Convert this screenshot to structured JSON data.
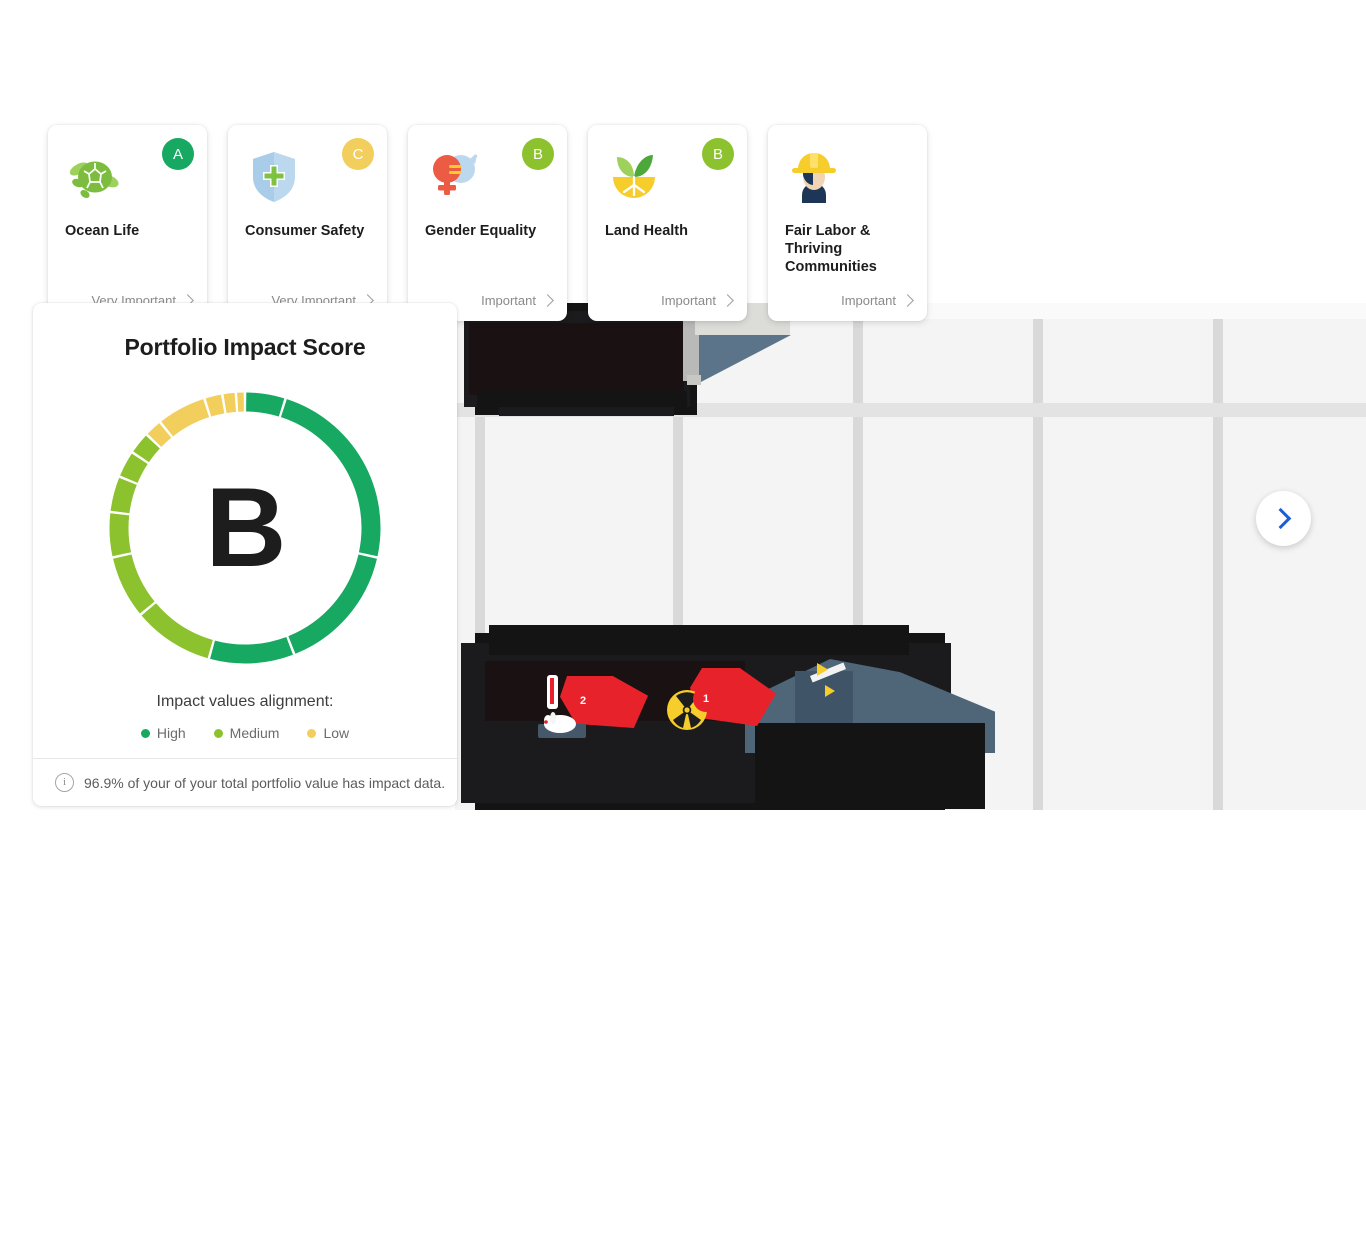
{
  "panel": {
    "title": "Portfolio Impact Score",
    "grade": "B",
    "legend_title": "Impact values alignment:",
    "legend": [
      {
        "label": "High",
        "color": "#17a862"
      },
      {
        "label": "Medium",
        "color": "#8cc22d"
      },
      {
        "label": "Low",
        "color": "#f2ce5c"
      }
    ],
    "footer": {
      "icon": "info-icon",
      "text": "96.9% of your of your total portfolio value has impact data."
    }
  },
  "chart_data": {
    "type": "pie",
    "title": "Portfolio Impact Score",
    "center_label": "B",
    "legend_position": "below",
    "categories": [
      "High",
      "Medium",
      "Low"
    ],
    "colors": {
      "High": "#17a862",
      "Medium": "#8cc22d",
      "Low": "#f2ce5c"
    },
    "segments": [
      {
        "category": "High",
        "value": 4.5
      },
      {
        "category": "High",
        "value": 22.0
      },
      {
        "category": "High",
        "value": 14.5
      },
      {
        "category": "High",
        "value": 9.5
      },
      {
        "category": "Medium",
        "value": 9.0
      },
      {
        "category": "Medium",
        "value": 7.0
      },
      {
        "category": "Medium",
        "value": 5.0
      },
      {
        "category": "Medium",
        "value": 4.0
      },
      {
        "category": "Medium",
        "value": 3.0
      },
      {
        "category": "Medium",
        "value": 2.5
      },
      {
        "category": "Low",
        "value": 2.0
      },
      {
        "category": "Low",
        "value": 5.5
      },
      {
        "category": "Low",
        "value": 2.0
      },
      {
        "category": "Low",
        "value": 1.5
      },
      {
        "category": "Low",
        "value": 1.0
      }
    ],
    "totals": {
      "High": 50.5,
      "Medium": 30.5,
      "Low": 12.0
    }
  },
  "cards": [
    {
      "title": "Ocean Life",
      "grade": "A",
      "grade_color": "#17a862",
      "importance": "Very Important",
      "icon": "turtle-icon"
    },
    {
      "title": "Consumer Safety",
      "grade": "C",
      "grade_color": "#f2ce5c",
      "importance": "Very Important",
      "icon": "shield-medical-icon"
    },
    {
      "title": "Gender Equality",
      "grade": "B",
      "grade_color": "#8cc22d",
      "importance": "Important",
      "icon": "gender-equality-icon"
    },
    {
      "title": "Land Health",
      "grade": "B",
      "grade_color": "#8cc22d",
      "importance": "Important",
      "icon": "sprout-icon"
    },
    {
      "title": "Fair Labor & Thriving Communities",
      "grade": "",
      "grade_color": "#8cc22d",
      "importance": "Important",
      "icon": "hard-hat-worker-icon"
    }
  ],
  "carousel": {
    "next_label": "chevron-right-icon",
    "next_color": "#1a5fd6"
  },
  "scene": {
    "badges": [
      {
        "value": "2",
        "icon": "animal-testing-icon"
      },
      {
        "value": "1",
        "icon": "radioactive-icon"
      }
    ],
    "icons": [
      "animal-testing-icon",
      "radioactive-icon",
      "oil-rig-icon"
    ]
  }
}
